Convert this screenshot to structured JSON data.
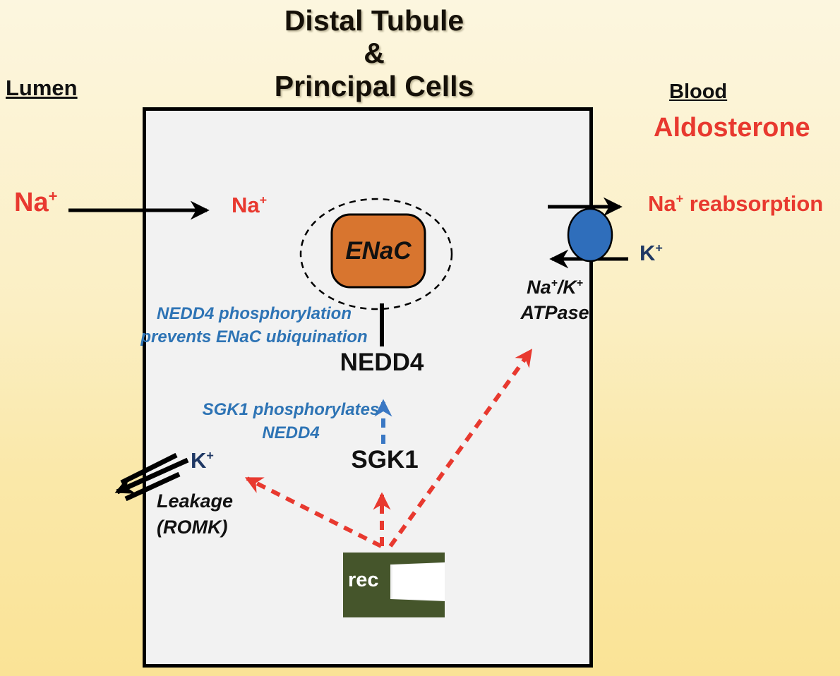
{
  "title": {
    "line1": "Distal Tubule",
    "line2": "&",
    "line3": "Principal Cells"
  },
  "regions": {
    "lumen": "Lumen",
    "blood": "Blood"
  },
  "hormone": {
    "name": "Aldosterone",
    "color": "#E8392F"
  },
  "ions": {
    "na_lumen": {
      "base": "Na",
      "sup": "+"
    },
    "na_cell": {
      "base": "Na",
      "sup": "+"
    },
    "k_leak": {
      "base": "K",
      "sup": "+"
    },
    "k_blood": {
      "base": "K",
      "sup": "+"
    }
  },
  "channels": {
    "enac": {
      "label": "ENaC",
      "fill": "#D8752F"
    },
    "receptor": {
      "label": "rec",
      "fill": "#45552B"
    },
    "pump": {
      "fill": "#2F6EBB",
      "name_line1": {
        "p1": "Na",
        "s1": "+",
        "p2": "/K",
        "s2": "+"
      },
      "name_line2": "ATPase"
    }
  },
  "proteins": {
    "nedd4": "NEDD4",
    "sgk1": "SGK1"
  },
  "annotations": {
    "nedd4_note": {
      "line1": "NEDD4 phosphorylation",
      "line2": "prevents ENaC ubiquination",
      "color": "#2E74B5"
    },
    "sgk1_note": {
      "line1": "SGK1 phosphorylates",
      "line2": "NEDD4",
      "color": "#2E74B5"
    },
    "leakage": {
      "line1": "Leakage",
      "line2": "(ROMK)"
    }
  },
  "outcomes": {
    "na_reabsorption": {
      "base": "Na",
      "sup": "+",
      "rest": " reabsorption"
    }
  },
  "colors": {
    "red_arrow": "#E8392F",
    "blue_arrow": "#3A78C4",
    "navy_ion": "#1F3864",
    "cell_fill": "#F2F2F2",
    "cell_border": "#000000",
    "bg_top": "#FCF6DF",
    "bg_bottom": "#FAE396"
  }
}
